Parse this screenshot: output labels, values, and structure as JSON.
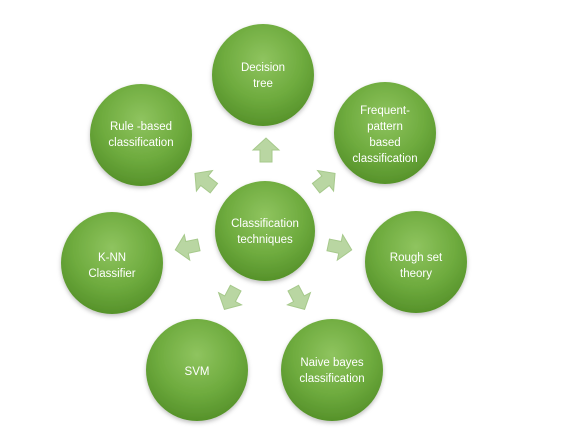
{
  "diagram": {
    "center": {
      "lines": [
        "Classification",
        "techniques"
      ]
    },
    "nodes": [
      {
        "id": "decision-tree",
        "lines": [
          "Decision",
          "tree"
        ]
      },
      {
        "id": "frequent-pattern",
        "lines": [
          "Frequent-",
          "pattern",
          "based",
          "classification"
        ]
      },
      {
        "id": "rough-set",
        "lines": [
          "Rough set",
          "theory"
        ]
      },
      {
        "id": "naive-bayes",
        "lines": [
          "Naive bayes",
          "classification"
        ]
      },
      {
        "id": "svm",
        "lines": [
          "SVM"
        ]
      },
      {
        "id": "knn",
        "lines": [
          "K-NN",
          "Classifier"
        ]
      },
      {
        "id": "rule-based",
        "lines": [
          "Rule -based",
          "classification"
        ]
      }
    ],
    "colors": {
      "node_light": "#8fc45f",
      "node_mid": "#6eab3e",
      "node_dark": "#56922a",
      "arrow_fill": "#b9d6a2",
      "arrow_stroke": "#a6c98b",
      "label": "#ffffff"
    }
  }
}
